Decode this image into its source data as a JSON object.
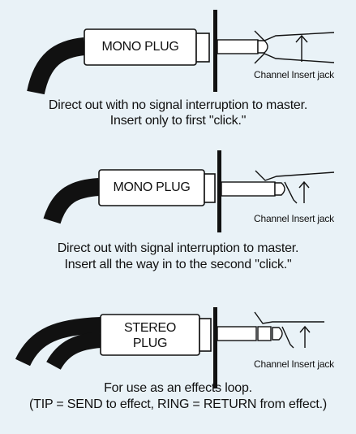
{
  "colors": {
    "background": "#e9f2f7",
    "ink": "#111111",
    "plug_body": "#ffffff"
  },
  "panels": [
    {
      "plug_label": "MONO PLUG",
      "jack_label": "Channel Insert jack",
      "caption_line1": "Direct out with no signal interruption to master.",
      "caption_line2": "Insert only to first \"click.\""
    },
    {
      "plug_label": "MONO PLUG",
      "jack_label": "Channel Insert jack",
      "caption_line1": "Direct out with signal interruption to master.",
      "caption_line2": "Insert all the way in to the second \"click.\""
    },
    {
      "plug_label_line1": "STEREO",
      "plug_label_line2": "PLUG",
      "jack_label": "Channel Insert jack",
      "caption_line1": "For use as an effects loop.",
      "caption_line2": "(TIP = SEND to effect, RING = RETURN from effect.)"
    }
  ]
}
